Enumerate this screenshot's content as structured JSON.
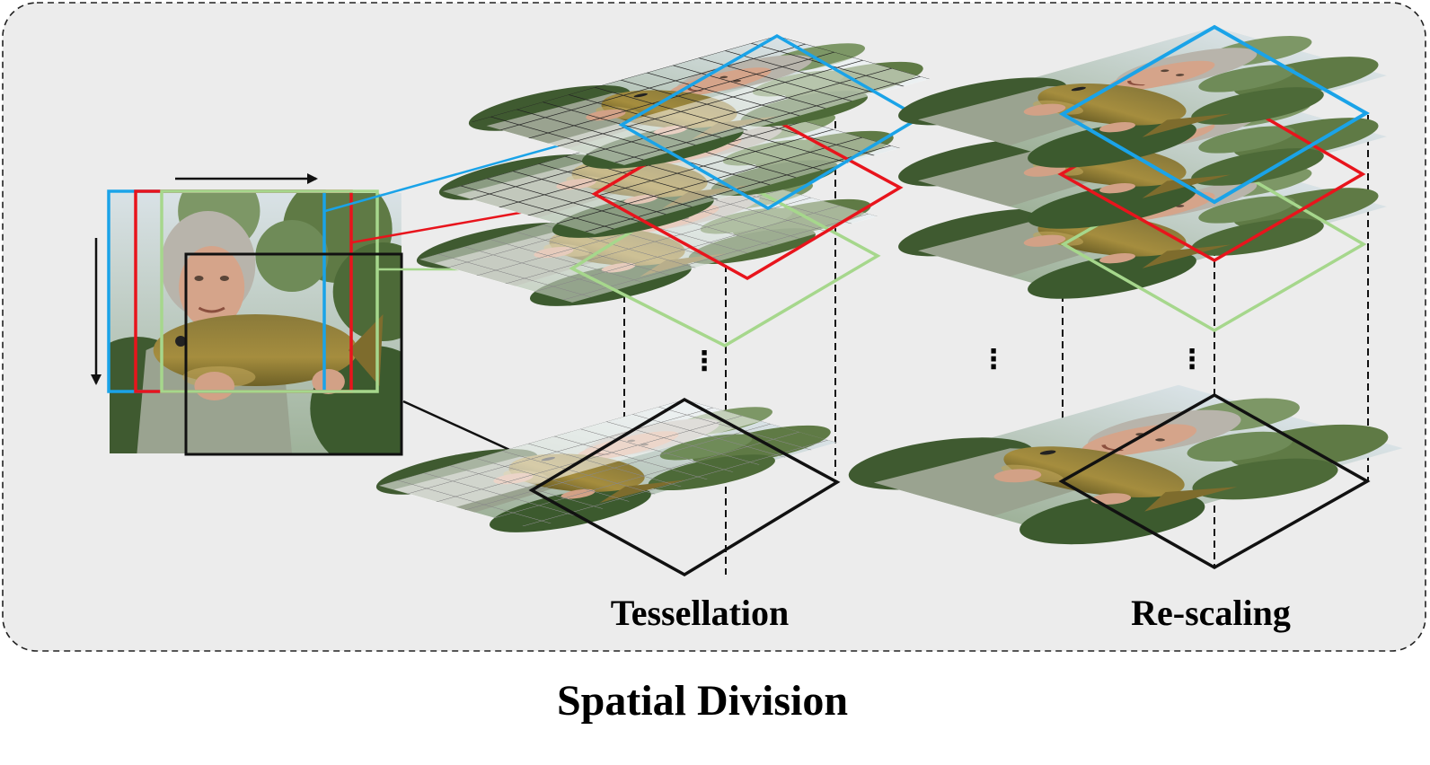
{
  "panel": {
    "background": "#ececec",
    "border_style": "dashed"
  },
  "labels": {
    "tessellation": "Tessellation",
    "rescaling": "Re-scaling",
    "caption": "Spatial Division"
  },
  "windows": [
    {
      "name": "blue-window",
      "color": "#1aa3e8"
    },
    {
      "name": "red-window",
      "color": "#e8141c"
    },
    {
      "name": "green-window",
      "color": "#a6d78c"
    },
    {
      "name": "black-window",
      "color": "#111111"
    }
  ],
  "scan_arrows": [
    "horizontal-scan-arrow",
    "vertical-scan-arrow"
  ],
  "ellipsis": "⋮"
}
